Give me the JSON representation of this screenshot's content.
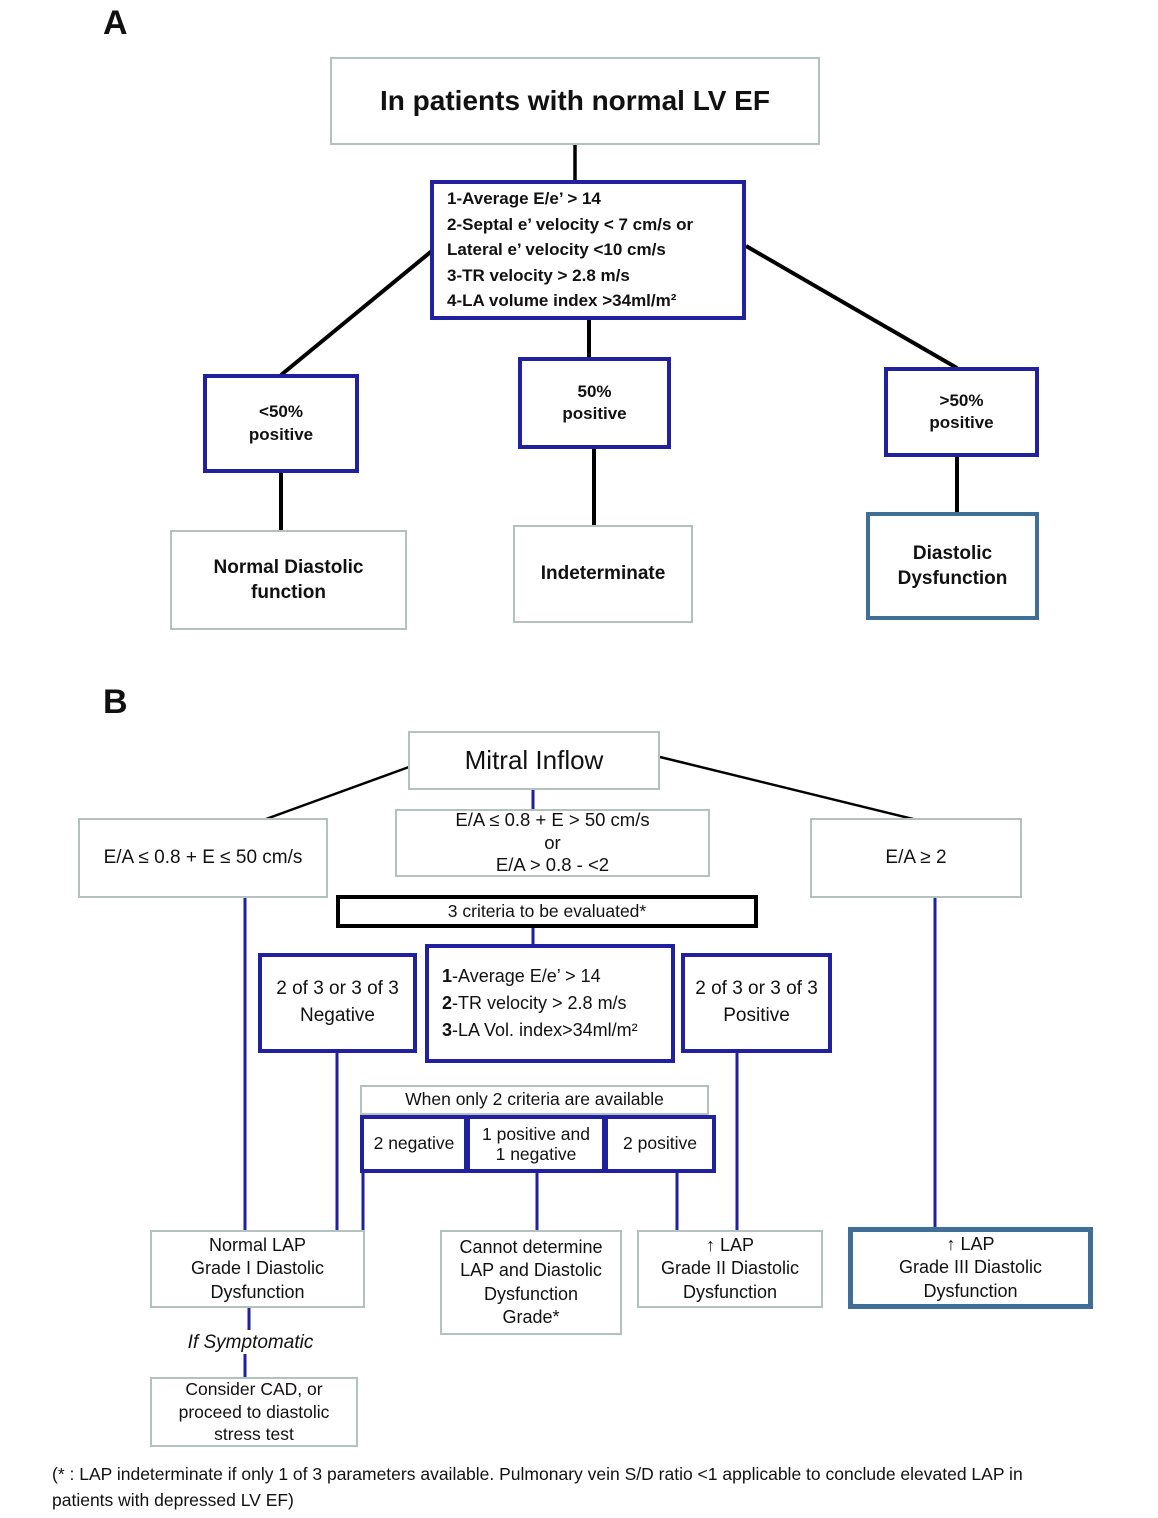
{
  "panel_a": {
    "label": "A",
    "title": "In patients with normal LV EF",
    "criteria": [
      "1-Average E/e’ > 14",
      "2-Septal e’ velocity < 7 cm/s or",
      "Lateral e’ velocity <10 cm/s",
      "3-TR velocity > 2.8 m/s",
      "4-LA volume index >34ml/m²"
    ],
    "cond_lt50": [
      "<50%",
      "positive"
    ],
    "cond_50": [
      "50%",
      "positive"
    ],
    "cond_gt50": [
      ">50%",
      "positive"
    ],
    "outcome_normal": [
      "Normal Diastolic",
      "function"
    ],
    "outcome_indeterminate": "Indeterminate",
    "outcome_dd": [
      "Diastolic",
      "Dysfunction"
    ]
  },
  "panel_b": {
    "label": "B",
    "title": "Mitral Inflow",
    "branch_left": "E/A ≤ 0.8 + E ≤ 50 cm/s",
    "branch_mid": [
      "E/A ≤ 0.8 + E > 50 cm/s",
      "or",
      "E/A > 0.8 - <2"
    ],
    "branch_right": "E/A ≥ 2",
    "criteria_header": "3 criteria to be evaluated*",
    "negative_box": [
      "2 of 3 or 3 of 3",
      "Negative"
    ],
    "criteria": [
      {
        "num": "1",
        "rest": "-Average E/e’ > 14"
      },
      {
        "num": "2",
        "rest": "-TR velocity > 2.8 m/s"
      },
      {
        "num": "3",
        "rest": "-LA Vol. index>34ml/m²"
      }
    ],
    "positive_box": [
      "2 of 3 or 3 of 3",
      "Positive"
    ],
    "two_criteria_header": "When only 2 criteria are available",
    "two_negative": "2 negative",
    "one_pos_one_neg": [
      "1 positive and",
      "1 negative"
    ],
    "two_positive": "2 positive",
    "outcome_normal_lap": [
      "Normal  LAP",
      "Grade I Diastolic",
      "Dysfunction"
    ],
    "outcome_cannot": [
      "Cannot determine",
      "LAP and Diastolic",
      "Dysfunction",
      "Grade*"
    ],
    "outcome_lap2": [
      "↑ LAP",
      "Grade II Diastolic",
      "Dysfunction"
    ],
    "outcome_lap3": [
      "↑ LAP",
      "Grade III Diastolic",
      "Dysfunction"
    ],
    "if_symptomatic": "If Symptomatic",
    "consider_cad": [
      "Consider CAD, or",
      "proceed to diastolic",
      "stress  test"
    ]
  },
  "footnote": [
    "(* : LAP indeterminate if only 1 of 3 parameters available. Pulmonary vein S/D ratio <1 applicable to conclude elevated LAP in",
    "patients with depressed LV EF)"
  ],
  "colors": {
    "navy_border": "#21219f",
    "steel_border": "#3f6e96",
    "gray_border": "#b3c2bd",
    "line_black": "#000000"
  }
}
